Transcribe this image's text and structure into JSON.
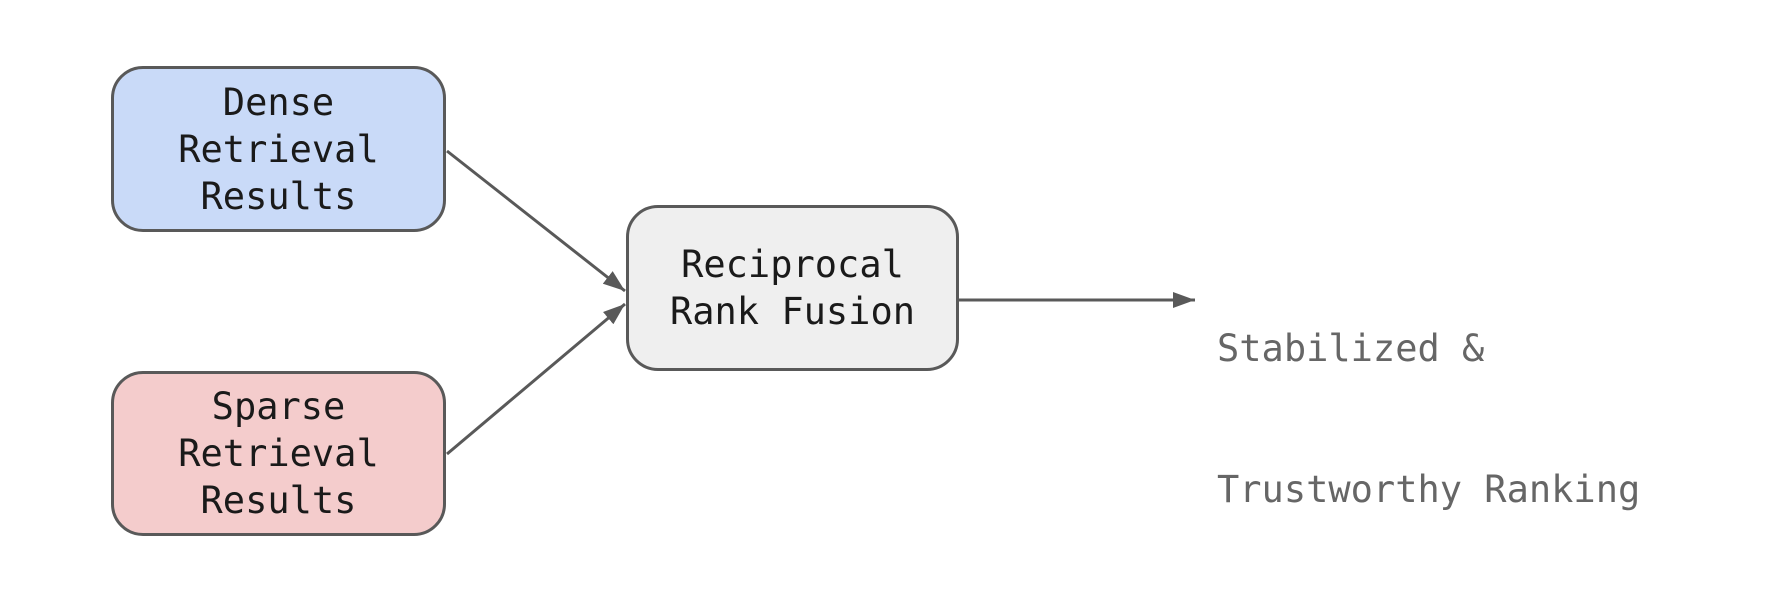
{
  "diagram": {
    "nodes": {
      "dense": {
        "lines": [
          "Dense",
          "Retrieval",
          "Results"
        ],
        "fill": "#c9daf8"
      },
      "sparse": {
        "lines": [
          "Sparse",
          "Retrieval",
          "Results"
        ],
        "fill": "#f4cccc"
      },
      "fusion": {
        "lines": [
          "Reciprocal",
          "Rank Fusion"
        ],
        "fill": "#efefef"
      }
    },
    "output": {
      "lines": [
        "Stabilized &",
        "Trustworthy Ranking"
      ],
      "color": "#666666"
    },
    "edges": [
      {
        "from": "dense",
        "to": "fusion"
      },
      {
        "from": "sparse",
        "to": "fusion"
      },
      {
        "from": "fusion",
        "to": "output"
      }
    ],
    "colors": {
      "node_border": "#595959",
      "arrow": "#595959",
      "node_text": "#1a1a1a",
      "background": "#ffffff"
    }
  }
}
